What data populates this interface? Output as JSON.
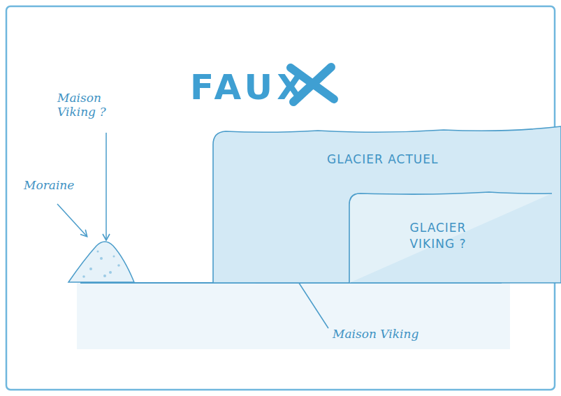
{
  "diagram": {
    "title": "FAUX",
    "nodes": [
      {
        "text": [
          "GLACIER ACTUEL"
        ]
      },
      {
        "text": [
          "GLACIER VIKING ?"
        ],
        "in": 0
      }
    ],
    "labels": [
      "Maison Viking ?",
      "Moraine",
      "Maison Viking"
    ]
  }
}
